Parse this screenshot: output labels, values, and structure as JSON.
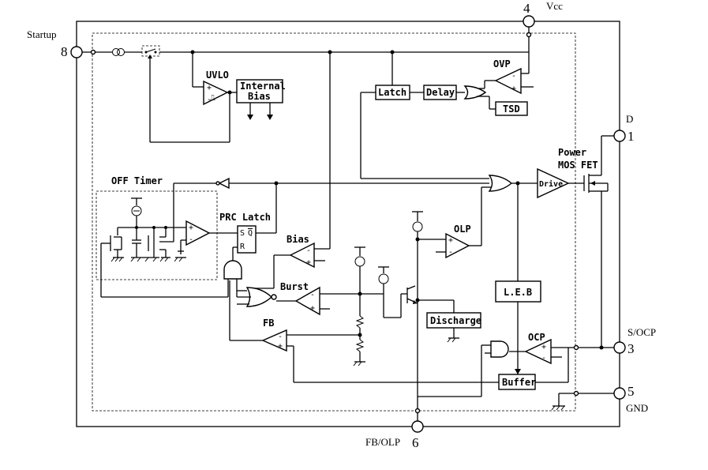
{
  "pins": {
    "startup": {
      "name": "Startup",
      "number": "8"
    },
    "vcc": {
      "name": "Vcc",
      "number": "4"
    },
    "drain": {
      "name": "D",
      "number": "1"
    },
    "socp": {
      "name": "S/OCP",
      "number": "3"
    },
    "gnd": {
      "name": "GND",
      "number": "5"
    },
    "fbolp": {
      "name": "FB/OLP",
      "number": "6"
    }
  },
  "blocks": {
    "uvlo": "UVLO",
    "internal_bias_line1": "Internal",
    "internal_bias_line2": "Bias",
    "ovp": "OVP",
    "latch": "Latch",
    "delay": "Delay",
    "tsd": "TSD",
    "power_mosfet_line1": "Power",
    "power_mosfet_line2": "MOS FET",
    "drive": "Drive",
    "off_timer": "OFF Timer",
    "prc_latch": "PRC Latch",
    "latch_s": "S",
    "latch_q": "Q",
    "latch_r": "R",
    "bias": "Bias",
    "olp": "OLP",
    "burst": "Burst",
    "leb": "L.E.B",
    "discharge": "Discharge",
    "fb": "FB",
    "ocp": "OCP",
    "buffer": "Buffer"
  }
}
